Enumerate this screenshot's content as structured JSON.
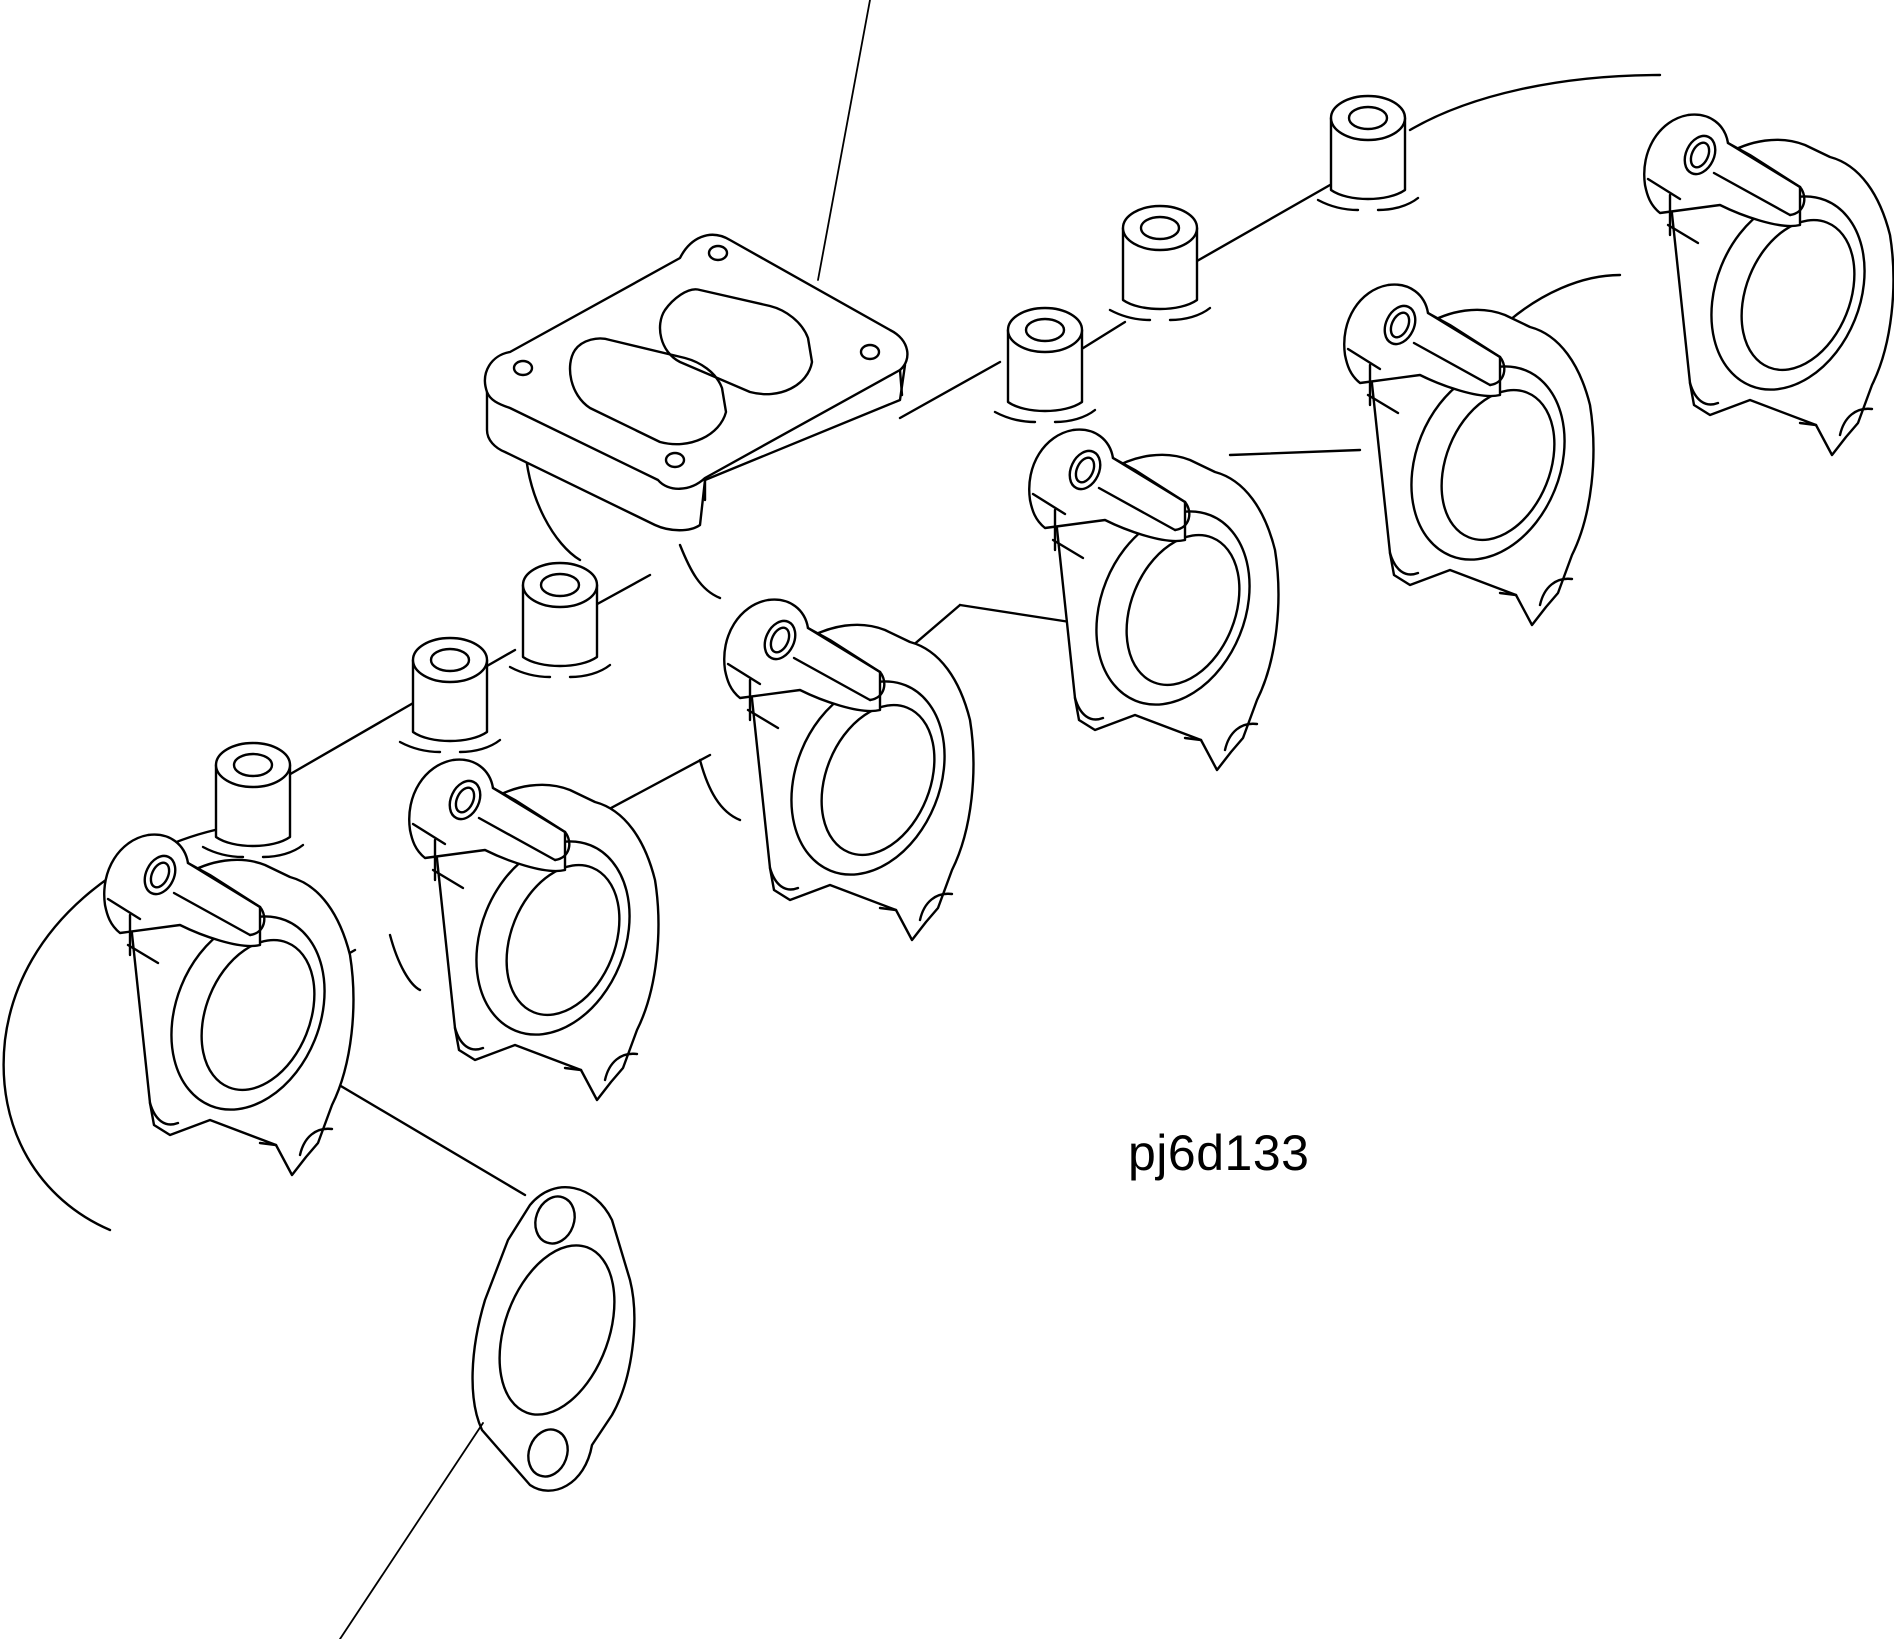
{
  "figure": {
    "drawing_code": "pj6d133",
    "parts": [
      "exhaust-manifold",
      "turbo-mounting-flange",
      "exhaust-port-flange",
      "mounting-boss",
      "manifold-gasket"
    ],
    "colors": {
      "line": "#000000",
      "background": "#ffffff"
    }
  }
}
